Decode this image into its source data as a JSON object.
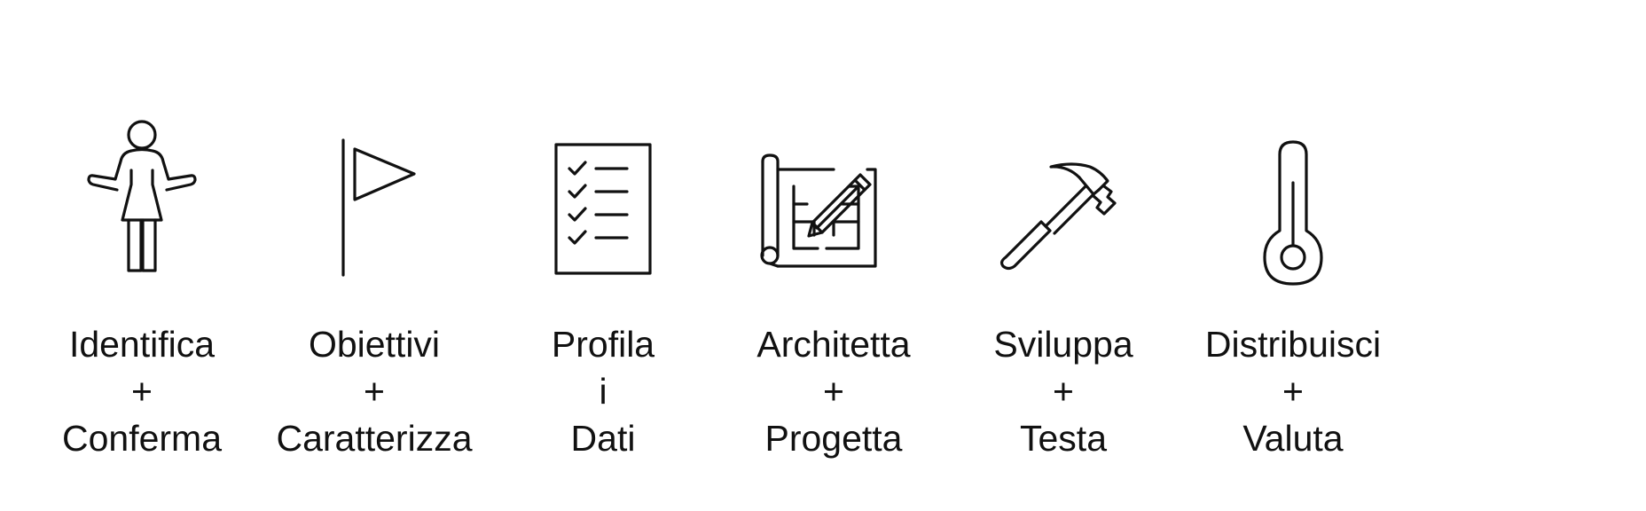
{
  "steps": [
    {
      "icon": "person-icon",
      "line1": "Identifica",
      "connector": "+",
      "line2": "Conferma"
    },
    {
      "icon": "flag-icon",
      "line1": "Obiettivi",
      "connector": "+",
      "line2": "Caratterizza"
    },
    {
      "icon": "checklist-icon",
      "line1": "Profila",
      "connector": "i",
      "line2": "Dati"
    },
    {
      "icon": "blueprint-icon",
      "line1": "Architetta",
      "connector": "+",
      "line2": "Progetta"
    },
    {
      "icon": "hammer-icon",
      "line1": "Sviluppa",
      "connector": "+",
      "line2": "Testa"
    },
    {
      "icon": "thermometer-icon",
      "line1": "Distribuisci",
      "connector": "+",
      "line2": "Valuta"
    }
  ]
}
